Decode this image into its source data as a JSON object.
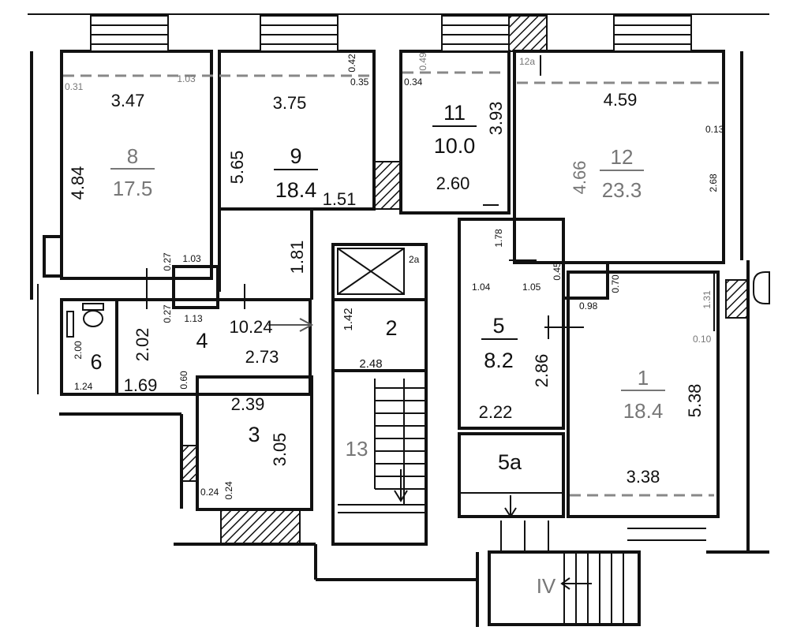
{
  "rooms": [
    {
      "id": "r8",
      "number": "8",
      "area": "17.5"
    },
    {
      "id": "r9",
      "number": "9",
      "area": "18.4"
    },
    {
      "id": "r11",
      "number": "11",
      "area": "10.0"
    },
    {
      "id": "r12",
      "number": "12",
      "area": "23.3"
    },
    {
      "id": "r5",
      "number": "5",
      "area": "8.2"
    },
    {
      "id": "r1",
      "number": "1",
      "area": "18.4"
    }
  ],
  "labels": {
    "r2": "2",
    "r2a": "2a",
    "r3": "3",
    "r4": "4",
    "r5a": "5a",
    "r6": "6",
    "r12a": "12a",
    "r13": "13",
    "rIV": "IV"
  },
  "dims": {
    "d_347": "3.47",
    "d_375": "3.75",
    "d_459": "4.59",
    "d_484": "4.84",
    "d_565": "5.65",
    "d_393": "3.93",
    "d_260": "2.60",
    "d_466": "4.66",
    "d_268": "2.68",
    "d_151": "1.51",
    "d_181": "1.81",
    "d_1024": "10.24",
    "d_273": "2.73",
    "d_202": "2.02",
    "d_169": "1.69",
    "d_142": "1.42",
    "d_248": "2.48",
    "d_239": "2.39",
    "d_305": "3.05",
    "d_286": "2.86",
    "d_222": "2.22",
    "d_538": "5.38",
    "d_338": "3.38",
    "d_103": "1.03",
    "d_103b": "1.03",
    "d_031": "0.31",
    "d_042": "0.42",
    "d_035": "0.35",
    "d_049": "0.49",
    "d_034": "0.34",
    "d_013": "0.13",
    "d_027": "0.27",
    "d_027b": "0.27",
    "d_113": "1.13",
    "d_178": "1.78",
    "d_104": "1.04",
    "d_105": "1.05",
    "d_045": "0.45",
    "d_070": "0.70",
    "d_098": "0.98",
    "d_131": "1.31",
    "d_010": "0.10",
    "d_200": "2.00",
    "d_124": "1.24",
    "d_060": "0.60",
    "d_024": "0.24",
    "d_024b": "0.24"
  }
}
